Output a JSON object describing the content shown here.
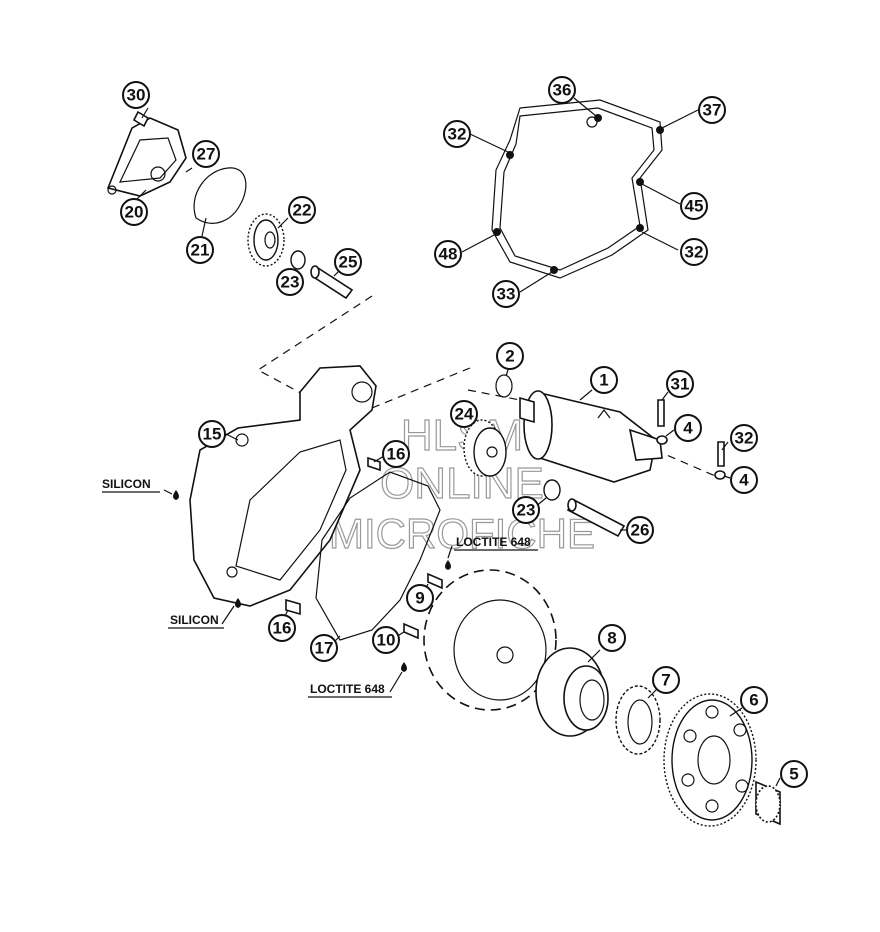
{
  "callouts": {
    "c1": "1",
    "c2": "2",
    "c4a": "4",
    "c4b": "4",
    "c5": "5",
    "c6": "6",
    "c7": "7",
    "c8": "8",
    "c9": "9",
    "c10": "10",
    "c15": "15",
    "c16a": "16",
    "c16b": "16",
    "c17": "17",
    "c20": "20",
    "c21": "21",
    "c22": "22",
    "c23a": "23",
    "c23b": "23",
    "c24": "24",
    "c25": "25",
    "c26": "26",
    "c27": "27",
    "c30": "30",
    "c31": "31",
    "c32a": "32",
    "c32b": "32",
    "c32c": "32",
    "c33": "33",
    "c36": "36",
    "c37": "37",
    "c45": "45",
    "c48": "48"
  },
  "notes": {
    "silicon_top": "SILICON",
    "silicon_bottom": "SILICON",
    "loctite_top": "LOCTITE 648",
    "loctite_bottom": "LOCTITE 648"
  },
  "watermark": {
    "line1": "HLSM",
    "line2": "ONLINE",
    "line3": "MICROFICHE"
  },
  "colors": {
    "ink": "#111111",
    "watermark": "#999999",
    "background": "#ffffff"
  }
}
